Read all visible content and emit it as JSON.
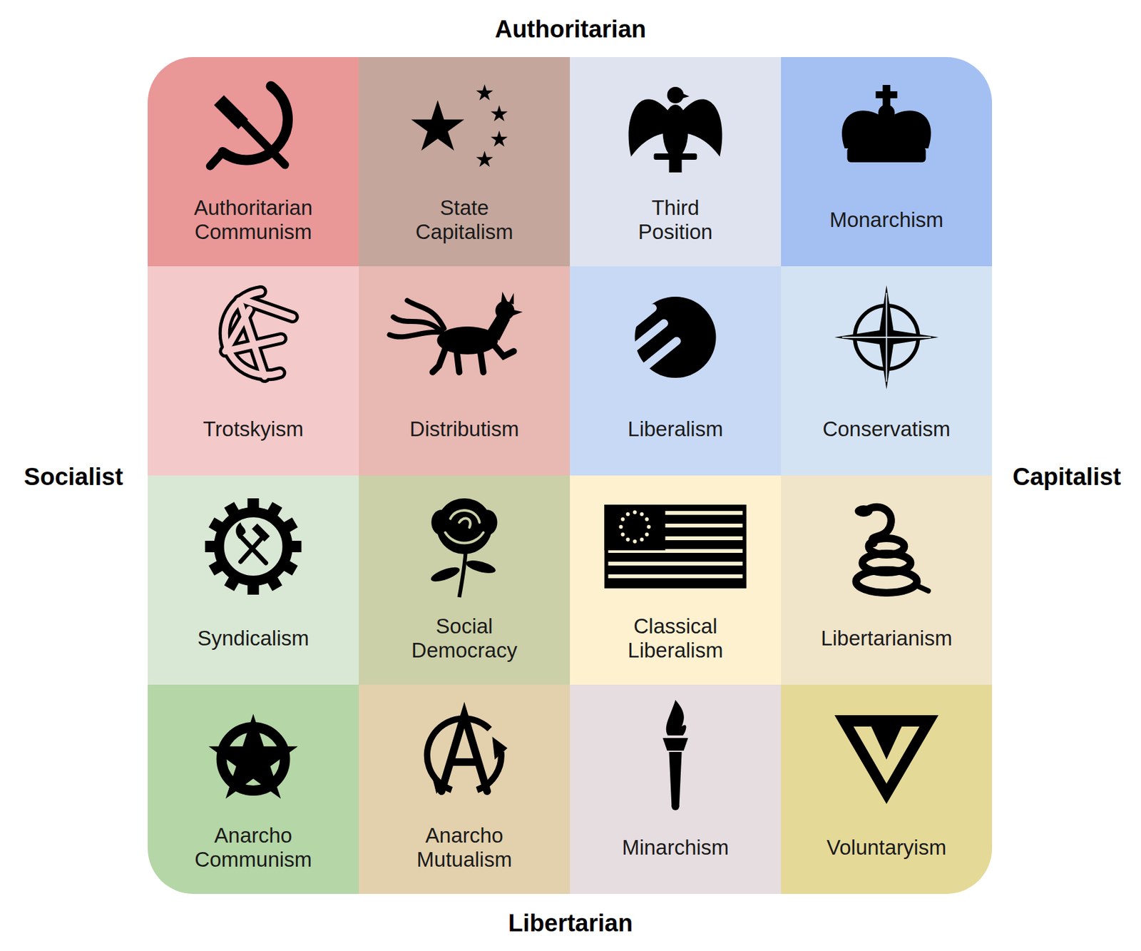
{
  "diagram": {
    "nodes": [
      {
        "text": [
          "Authoritarian Communism"
        ]
      },
      {
        "text": [
          "State Capitalism"
        ]
      },
      {
        "text": [
          "Third Position"
        ]
      },
      {
        "text": [
          "Monarchism"
        ]
      },
      {
        "text": [
          "Trotskyism"
        ]
      },
      {
        "text": [
          "Distributism"
        ]
      },
      {
        "text": [
          "Liberalism"
        ]
      },
      {
        "text": [
          "Conservatism"
        ]
      },
      {
        "text": [
          "Syndicalism"
        ]
      },
      {
        "text": [
          "Social Democracy"
        ]
      },
      {
        "text": [
          "Classical Liberalism"
        ]
      },
      {
        "text": [
          "Libertarianism"
        ]
      },
      {
        "text": [
          "Anarcho Communism"
        ]
      },
      {
        "text": [
          "Anarcho Mutualism"
        ]
      },
      {
        "text": [
          "Minarchism"
        ]
      },
      {
        "text": [
          "Voluntaryism"
        ]
      }
    ],
    "labels": [
      "Authoritarian",
      "Socialist",
      "Capitalist",
      "Libertarian"
    ]
  }
}
